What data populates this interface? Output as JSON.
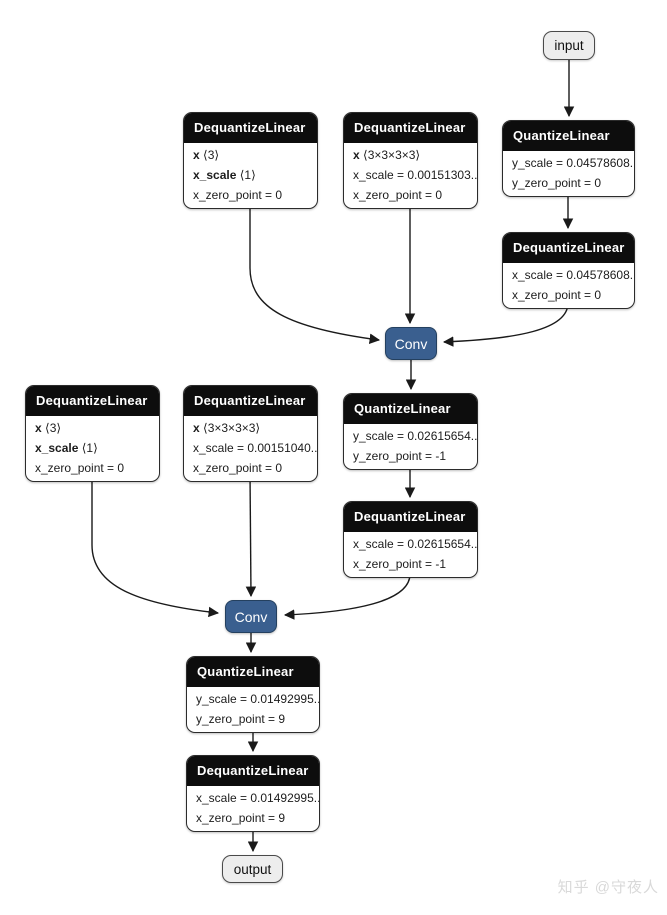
{
  "watermark": "知乎 @守夜人",
  "colors": {
    "node_header_bg": "#0d0d0d",
    "node_header_text": "#ffffff",
    "node_body_bg": "#ffffff",
    "node_border": "#2b2b2b",
    "conv_fill": "#3a5f8f",
    "io_fill": "#ededed",
    "edge": "#1a1a1a"
  },
  "nodes": {
    "input": {
      "label": "input"
    },
    "output": {
      "label": "output"
    },
    "conv1": {
      "label": "Conv"
    },
    "conv2": {
      "label": "Conv"
    },
    "dq_top_left": {
      "title": "DequantizeLinear",
      "rows": [
        {
          "b": "x",
          "t": " ⟨3⟩"
        },
        {
          "b": "x_scale",
          "t": " ⟨1⟩"
        },
        {
          "b": "",
          "t": "x_zero_point = 0"
        }
      ]
    },
    "dq_top_mid": {
      "title": "DequantizeLinear",
      "rows": [
        {
          "b": "x",
          "t": " ⟨3×3×3×3⟩"
        },
        {
          "b": "",
          "t": "x_scale = 0.00151303..."
        },
        {
          "b": "",
          "t": "x_zero_point = 0"
        }
      ]
    },
    "ql_top_right": {
      "title": "QuantizeLinear",
      "rows": [
        {
          "b": "",
          "t": "y_scale = 0.04578608..."
        },
        {
          "b": "",
          "t": "y_zero_point = 0"
        }
      ]
    },
    "dq_top_right": {
      "title": "DequantizeLinear",
      "rows": [
        {
          "b": "",
          "t": "x_scale = 0.04578608..."
        },
        {
          "b": "",
          "t": "x_zero_point = 0"
        }
      ]
    },
    "ql_mid": {
      "title": "QuantizeLinear",
      "rows": [
        {
          "b": "",
          "t": "y_scale = 0.02615654..."
        },
        {
          "b": "",
          "t": "y_zero_point = -1"
        }
      ]
    },
    "dq_mid": {
      "title": "DequantizeLinear",
      "rows": [
        {
          "b": "",
          "t": "x_scale = 0.02615654..."
        },
        {
          "b": "",
          "t": "x_zero_point = -1"
        }
      ]
    },
    "dq_row2_left": {
      "title": "DequantizeLinear",
      "rows": [
        {
          "b": "x",
          "t": " ⟨3⟩"
        },
        {
          "b": "x_scale",
          "t": " ⟨1⟩"
        },
        {
          "b": "",
          "t": "x_zero_point = 0"
        }
      ]
    },
    "dq_row2_mid": {
      "title": "DequantizeLinear",
      "rows": [
        {
          "b": "x",
          "t": " ⟨3×3×3×3⟩"
        },
        {
          "b": "",
          "t": "x_scale = 0.00151040..."
        },
        {
          "b": "",
          "t": "x_zero_point = 0"
        }
      ]
    },
    "ql_bottom": {
      "title": "QuantizeLinear",
      "rows": [
        {
          "b": "",
          "t": "y_scale = 0.01492995..."
        },
        {
          "b": "",
          "t": "y_zero_point = 9"
        }
      ]
    },
    "dq_bottom": {
      "title": "DequantizeLinear",
      "rows": [
        {
          "b": "",
          "t": "x_scale = 0.01492995..."
        },
        {
          "b": "",
          "t": "x_zero_point = 9"
        }
      ]
    }
  }
}
